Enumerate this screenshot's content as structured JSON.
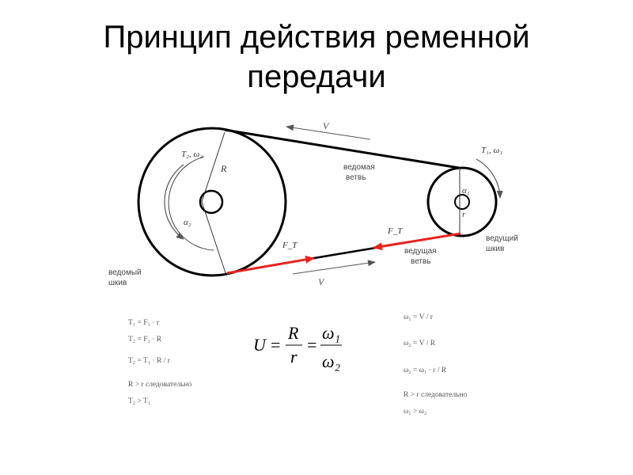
{
  "title": {
    "line1": "Принцип действия ременной",
    "line2": "передачи"
  },
  "diagram": {
    "velocity_top": "V",
    "velocity_bottom": "V",
    "big_pulley": {
      "torque_label": "T₂, ω₂",
      "radius_label": "R",
      "angle_label": "α₂",
      "caption_line1": "ведомый",
      "caption_line2": "шкив"
    },
    "small_pulley": {
      "torque_label": "T₁, ω₁",
      "radius_label": "r",
      "angle_label": "α₁",
      "caption_line1": "ведущий",
      "caption_line2": "шкив"
    },
    "slack_branch_line1": "ведомая",
    "slack_branch_line2": "ветвь",
    "tight_branch_line1": "ведущая",
    "tight_branch_line2": "ветвь",
    "force_left": "F_T",
    "force_right": "F_T",
    "colors": {
      "belt_tight": "#e8231c",
      "stroke": "#000000",
      "arrow": "#555555"
    }
  },
  "formulas": {
    "left": [
      "T₁ = F₁ · r",
      "T₂ = F₁ · R",
      "T₂ = T₁ · R / r",
      "R > r  следовательно",
      "T₂ > T₁"
    ],
    "center": {
      "lhs": "U",
      "eq1": "=",
      "num1": "R",
      "den1": "r",
      "eq2": "=",
      "num2": "ω₁",
      "den2": "ω₂"
    },
    "right": [
      "ω₁ = V / r",
      "ω₂ = V / R",
      "ω₂ = ω₁ · r / R",
      "R > r  следовательно",
      "ω₁ > ω₂"
    ]
  }
}
